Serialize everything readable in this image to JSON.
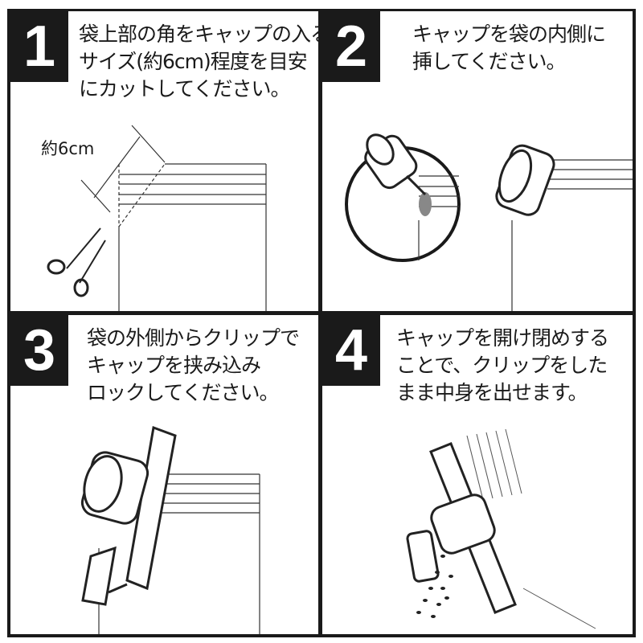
{
  "steps": [
    {
      "number": "1",
      "lines": [
        "袋上部の角をキャップの入る",
        "サイズ(約6cm)程度を目安",
        "にカットしてください。"
      ],
      "dimension_label": "約6cm"
    },
    {
      "number": "2",
      "lines": [
        "キャップを袋の内側に",
        "挿してください。"
      ]
    },
    {
      "number": "3",
      "lines": [
        "袋の外側からクリップで",
        "キャップを挟み込み",
        "ロックしてください。"
      ]
    },
    {
      "number": "4",
      "lines": [
        "キャップを開け閉めする",
        "ことで、クリップをした",
        "まま中身を出せます。"
      ]
    }
  ]
}
